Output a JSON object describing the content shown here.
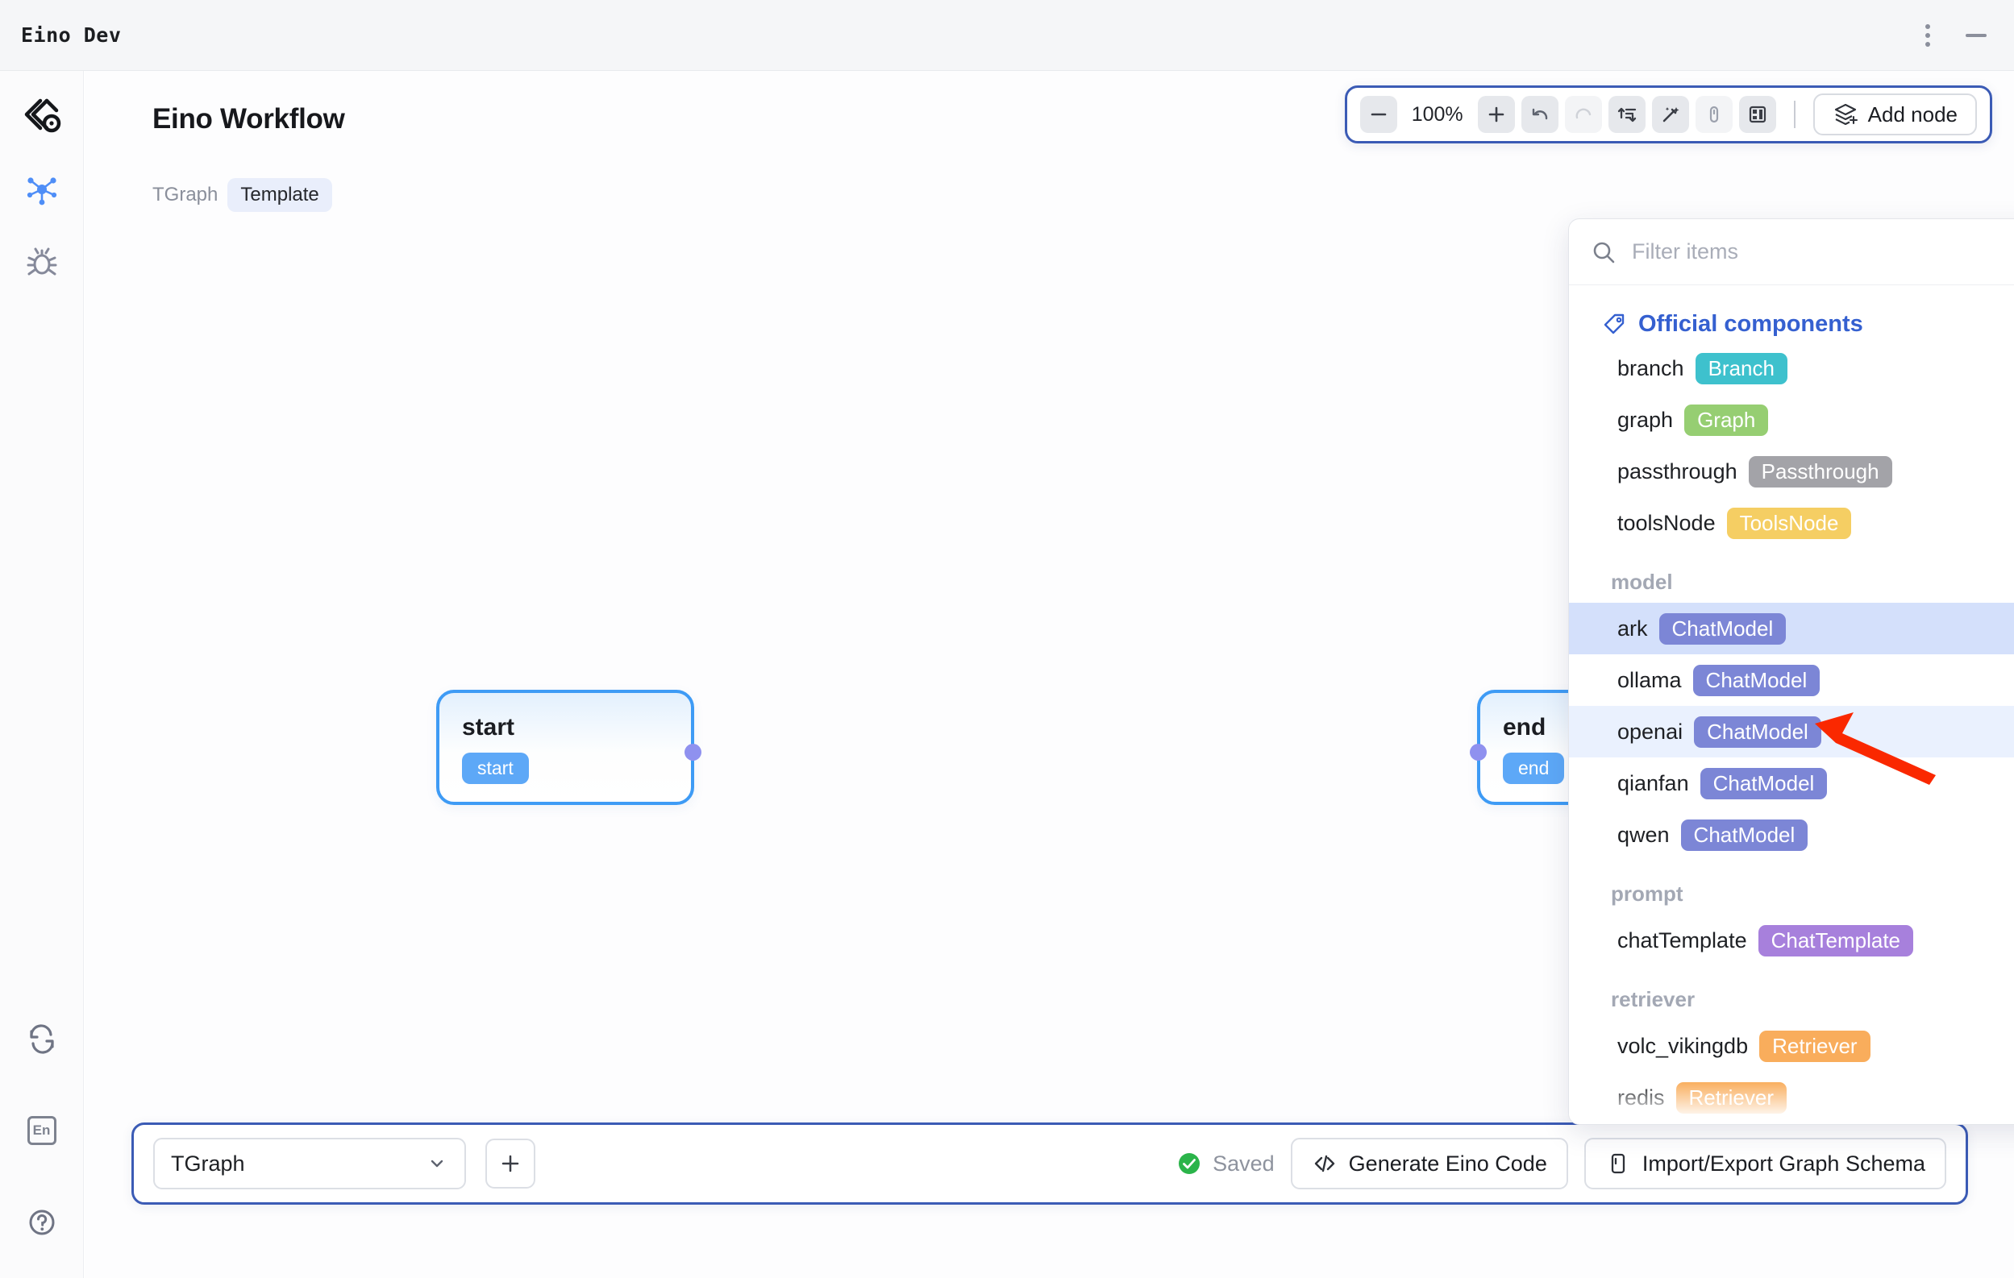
{
  "window": {
    "title": "Eino Dev",
    "menu_icon": "more-vertical-icon",
    "minimize_icon": "minimize-icon"
  },
  "rail": {
    "logo_icon": "eino-logo-icon",
    "items": [
      {
        "icon": "graph-nodes-icon",
        "active": true
      },
      {
        "icon": "bug-icon",
        "active": false
      }
    ],
    "bottom": [
      {
        "icon": "sync-icon",
        "label": ""
      },
      {
        "icon": "language-icon",
        "label": "En"
      },
      {
        "icon": "help-circle-icon",
        "label": ""
      }
    ]
  },
  "header": {
    "title": "Eino Workflow",
    "breadcrumb_root": "TGraph",
    "breadcrumb_current": "Template"
  },
  "toolbar": {
    "zoom_out_icon": "minus-icon",
    "zoom_level": "100%",
    "zoom_in_icon": "plus-icon",
    "undo_icon": "undo-icon",
    "redo_icon": "redo-icon",
    "align_icon": "sort-ascending-icon",
    "magic_icon": "magic-wand-icon",
    "mouse_icon": "mouse-pointer-icon",
    "layout_icon": "layout-grid-icon",
    "add_node_label": "Add node",
    "add_node_icon": "layers-plus-icon"
  },
  "nodes": [
    {
      "title": "start",
      "badge": "start",
      "handle_side": "right"
    },
    {
      "title": "end",
      "badge": "end",
      "handle_side": "left"
    }
  ],
  "panel": {
    "search_placeholder": "Filter items",
    "search_icon": "search-icon",
    "group_icon": "tag-icon",
    "group_title": "Official components",
    "top_items": [
      {
        "name": "branch",
        "badge": "Branch",
        "color": "#3ec1cd",
        "state": ""
      },
      {
        "name": "graph",
        "badge": "Graph",
        "color": "#96ce72",
        "state": ""
      },
      {
        "name": "passthrough",
        "badge": "Passthrough",
        "color": "#a3a3a8",
        "state": ""
      },
      {
        "name": "toolsNode",
        "badge": "ToolsNode",
        "color": "#f5ce63",
        "state": ""
      }
    ],
    "sections": [
      {
        "label": "model",
        "items": [
          {
            "name": "ark",
            "badge": "ChatModel",
            "color": "#7c86d6",
            "state": "selected"
          },
          {
            "name": "ollama",
            "badge": "ChatModel",
            "color": "#7c86d6",
            "state": ""
          },
          {
            "name": "openai",
            "badge": "ChatModel",
            "color": "#7c86d6",
            "state": "hovered"
          },
          {
            "name": "qianfan",
            "badge": "ChatModel",
            "color": "#7c86d6",
            "state": ""
          },
          {
            "name": "qwen",
            "badge": "ChatModel",
            "color": "#7c86d6",
            "state": ""
          }
        ]
      },
      {
        "label": "prompt",
        "items": [
          {
            "name": "chatTemplate",
            "badge": "ChatTemplate",
            "color": "#a780dc",
            "state": ""
          }
        ]
      },
      {
        "label": "retriever",
        "items": [
          {
            "name": "volc_vikingdb",
            "badge": "Retriever",
            "color": "#f9ad5c",
            "state": ""
          },
          {
            "name": "redis",
            "badge": "Retriever",
            "color": "#f9ad5c",
            "state": ""
          }
        ]
      }
    ]
  },
  "annotation": {
    "arrow_color": "#fa2800",
    "points_at": "openai-ChatModel"
  },
  "bottombar": {
    "graph_value": "TGraph",
    "chevron_icon": "chevron-down-icon",
    "add_graph_icon": "plus-icon",
    "saved_label": "Saved",
    "saved_icon": "check-circle-icon",
    "generate_label": "Generate Eino Code",
    "generate_icon": "code-icon",
    "import_export_label": "Import/Export Graph Schema",
    "import_export_icon": "file-icon"
  }
}
